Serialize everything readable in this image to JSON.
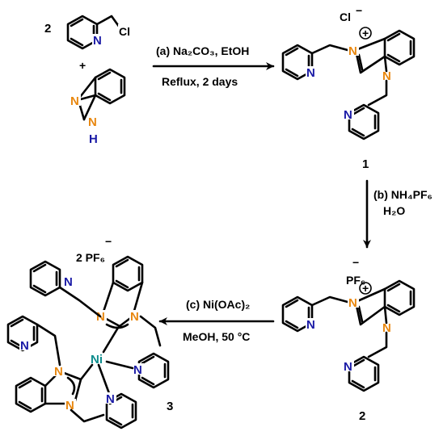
{
  "reagents": {
    "coefficient": "2",
    "plus": "+",
    "cl_label": "Cl"
  },
  "steps": {
    "a": {
      "line1": "(a) Na₂CO₃, EtOH",
      "line2": "Reflux, 2 days"
    },
    "b": {
      "line1": "(b) NH₄PF₆",
      "line2": "H₂O"
    },
    "c": {
      "line1": "(c) Ni(OAc)₂",
      "line2": "MeOH, 50 °C"
    }
  },
  "compounds": {
    "c1": {
      "number": "1",
      "counterion": "Cl",
      "charge": "−"
    },
    "c2": {
      "number": "2",
      "counterion": "PF₆",
      "charge": "−"
    },
    "c3": {
      "number": "3",
      "counterion": "2 PF₆",
      "charge": "−"
    }
  },
  "atoms": {
    "n": "N",
    "nh": "H",
    "ni": "Ni",
    "plus": "+"
  },
  "colors": {
    "imidazolium_n": "#e8870f",
    "pyridine_n": "#1a1aa6",
    "nickel": "#0c8c8c",
    "bond": "#000000"
  }
}
